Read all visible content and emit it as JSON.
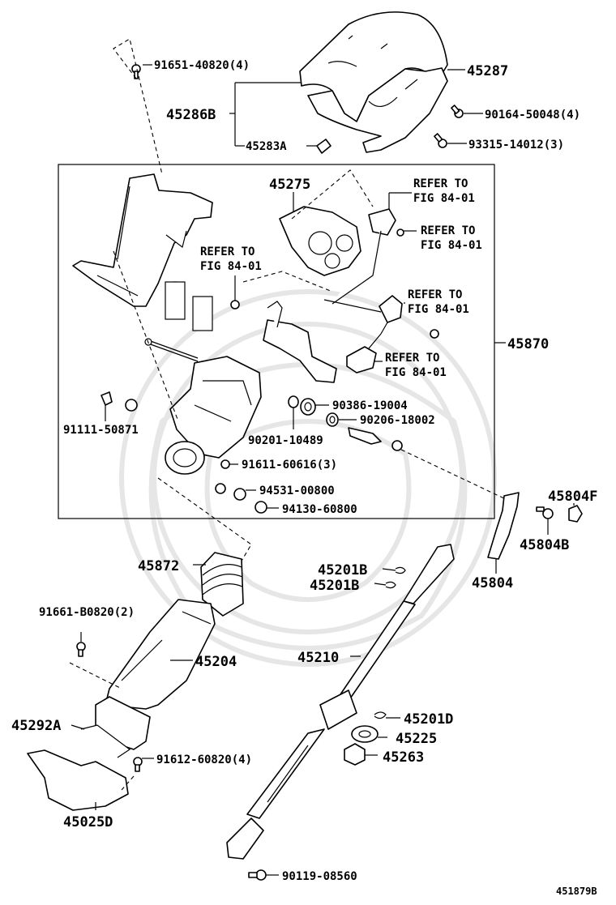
{
  "diagram": {
    "figure_code": "451879B",
    "assembly_box_label": "45870",
    "labels": {
      "p91651_40820": "91651-40820(4)",
      "p45287": "45287",
      "p45286B": "45286B",
      "p90164_50048": "90164-50048(4)",
      "p45283A": "45283A",
      "p93315_14012": "93315-14012(3)",
      "p45275": "45275",
      "ref1a": "REFER TO",
      "ref1b": "FIG 84-01",
      "ref2a": "REFER TO",
      "ref2b": "FIG 84-01",
      "ref3a": "REFER TO",
      "ref3b": "FIG 84-01",
      "ref4a": "REFER TO",
      "ref4b": "FIG 84-01",
      "ref5a": "REFER TO",
      "ref5b": "FIG 84-01",
      "p90386_19004": "90386-19004",
      "p90206_18002": "90206-18002",
      "p91111_50871": "91111-50871",
      "p90201_10489": "90201-10489",
      "p91611_60616": "91611-60616(3)",
      "p94531_00800": "94531-00800",
      "p94130_60800": "94130-60800",
      "p45804F": "45804F",
      "p45804B": "45804B",
      "p45804": "45804",
      "p45872": "45872",
      "p45201B_a": "45201B",
      "p45201B_b": "45201B",
      "p91661_B0820": "91661-B0820(2)",
      "p45204": "45204",
      "p45210": "45210",
      "p45201D": "45201D",
      "p45292A": "45292A",
      "p45225": "45225",
      "p91612_60820": "91612-60820(4)",
      "p45263": "45263",
      "p45025D": "45025D",
      "p90119_08560": "90119-08560"
    }
  }
}
